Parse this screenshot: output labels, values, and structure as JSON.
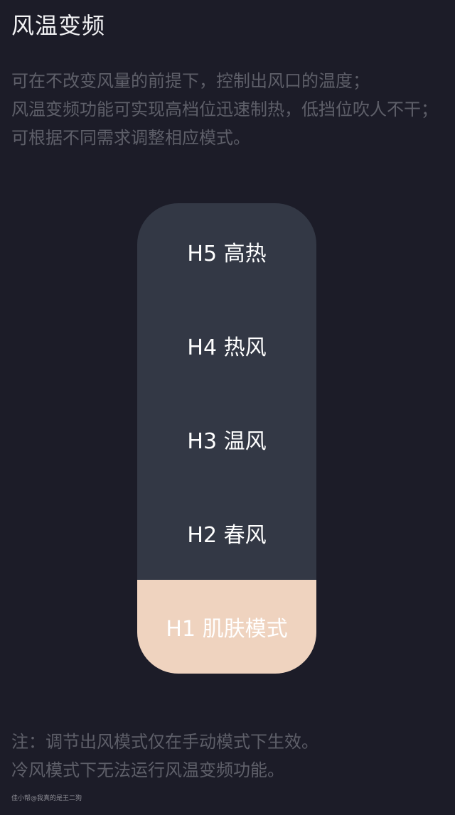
{
  "page": {
    "title": "风温变频"
  },
  "description": {
    "line1": "可在不改变风量的前提下，控制出风口的温度；",
    "line2": "风温变频功能可实现高档位迅速制热，低挡位吹人不干；可根据不同需求调整相应模式。"
  },
  "levels": [
    {
      "label": "H5 高热",
      "active": false
    },
    {
      "label": "H4 热风",
      "active": false
    },
    {
      "label": "H3 温风",
      "active": false
    },
    {
      "label": "H2 春风",
      "active": false
    },
    {
      "label": "H1 肌肤模式",
      "active": true
    }
  ],
  "notes": {
    "line1": "注：调节出风模式仅在手动模式下生效。",
    "line2": "冷风模式下无法运行风温变频功能。"
  },
  "watermark": "佳小帮@我真的是王二狗",
  "colors": {
    "background": "#1c1c28",
    "selector": "#333845",
    "active_level": "#efd3bf",
    "secondary_text": "#5e5f69"
  }
}
